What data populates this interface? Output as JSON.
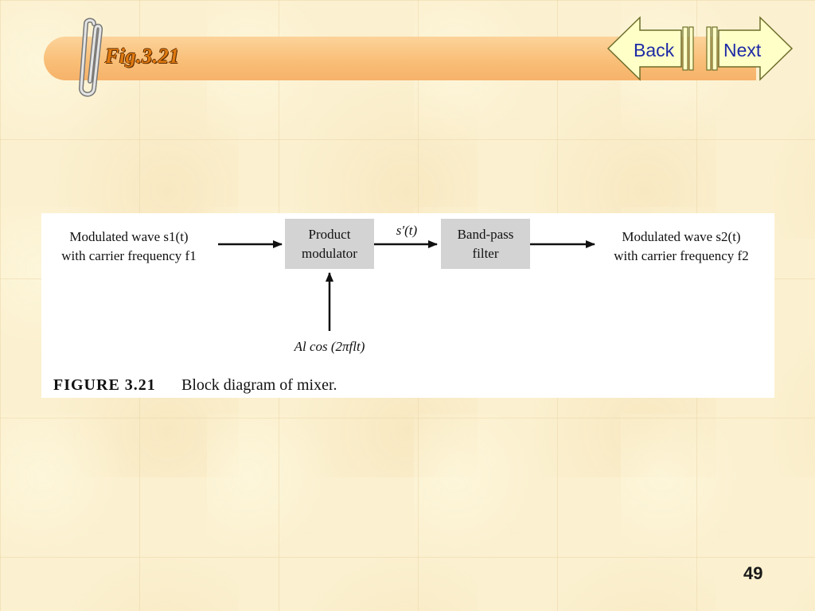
{
  "slide": {
    "title": "Fig.3.21",
    "page_number": "49"
  },
  "nav": {
    "back_label": "Back",
    "next_label": "Next"
  },
  "figure": {
    "input_line1": "Modulated wave s1(t)",
    "input_line2": "with carrier frequency f1",
    "block1_line1": "Product",
    "block1_line2": "modulator",
    "intermediate_label": "s′(t)",
    "block2_line1": "Band-pass",
    "block2_line2": "filter",
    "output_line1": "Modulated wave s2(t)",
    "output_line2": "with carrier frequency f2",
    "oscillator_label": "Al cos (2πflt)",
    "caption_label": "FIGURE 3.21",
    "caption_text": "Block diagram of mixer.",
    "block_fill": "#d3d3d3"
  },
  "colors": {
    "banner": "#f9bf78",
    "title": "#e07a10",
    "nav_fill": "#ffffc8",
    "nav_text": "#1e2aa6"
  }
}
